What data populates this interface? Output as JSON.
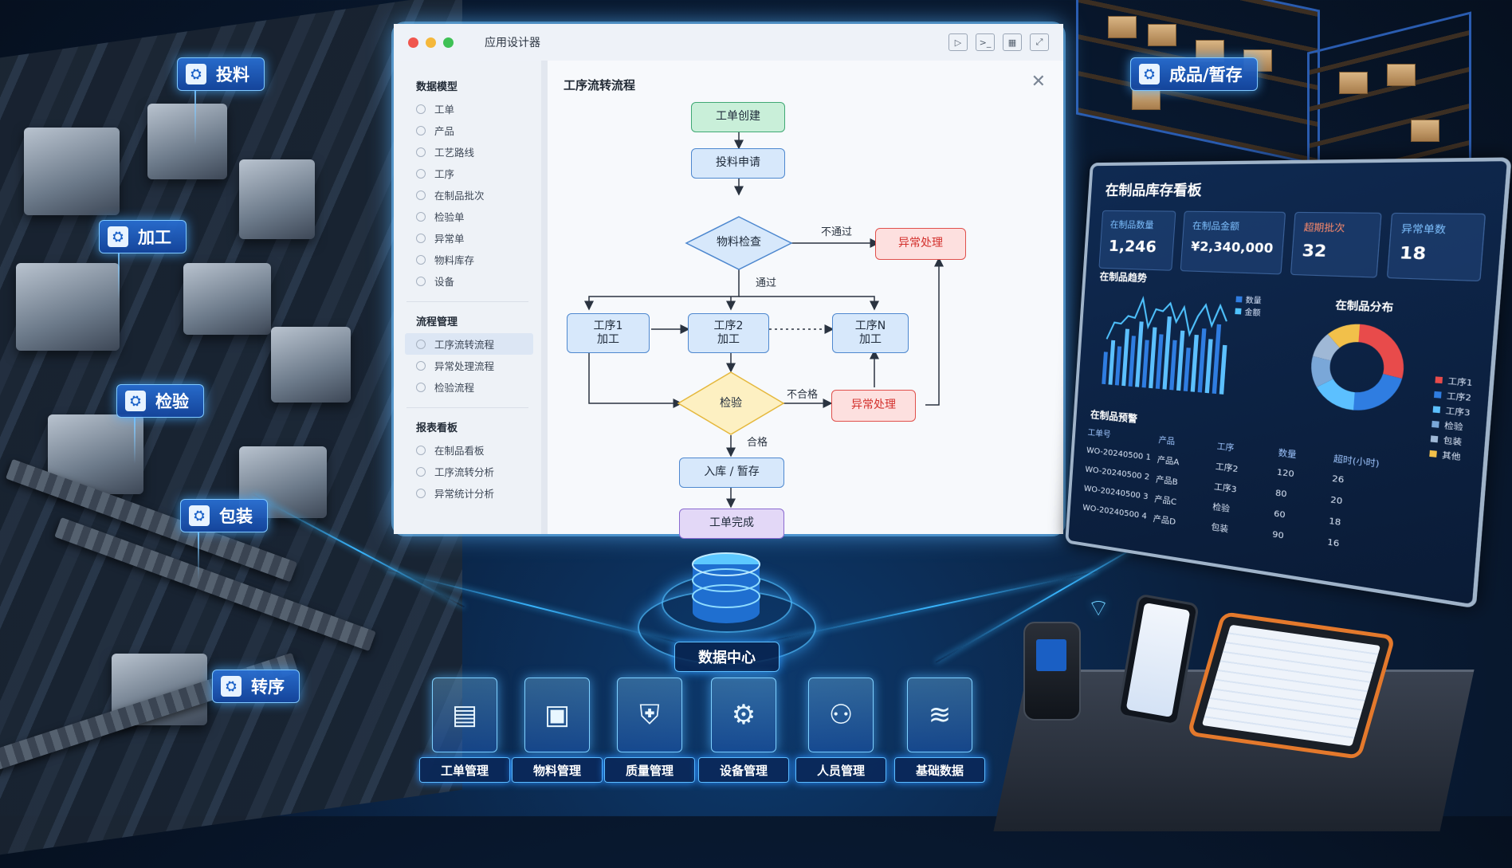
{
  "stages": [
    "投料",
    "加工",
    "检验",
    "包装",
    "转序"
  ],
  "finished_tag": "成品/暂存",
  "window": {
    "title": "应用设计器",
    "toolbar_icons": [
      "play-icon",
      "terminal-icon",
      "grid-icon",
      "fullscreen-icon"
    ]
  },
  "sidebar": {
    "sections": [
      {
        "title": "数据模型",
        "items": [
          "工单",
          "产品",
          "工艺路线",
          "工序",
          "在制品批次",
          "检验单",
          "异常单",
          "物料库存",
          "设备"
        ]
      },
      {
        "title": "流程管理",
        "items": [
          "工序流转流程",
          "异常处理流程",
          "检验流程"
        ],
        "active": "工序流转流程"
      },
      {
        "title": "报表看板",
        "items": [
          "在制品看板",
          "工序流转分析",
          "异常统计分析"
        ]
      }
    ]
  },
  "flow": {
    "title": "工序流转流程",
    "nodes": {
      "create": "工单创建",
      "feed": "投料申请",
      "check": "物料检查",
      "exception1": "异常处理",
      "op1": "工序1\n加工",
      "op2": "工序2\n加工",
      "opn": "工序N\n加工",
      "inspect": "检验",
      "exception2": "异常处理",
      "store": "入库 / 暂存",
      "done": "工单完成"
    },
    "edge_labels": {
      "fail": "不通过",
      "pass": "通过",
      "unqualified": "不合格",
      "qualified": "合格"
    }
  },
  "dashboard": {
    "title": "在制品库存看板",
    "kpis": [
      {
        "label": "在制品数量",
        "value": "1,246"
      },
      {
        "label": "在制品金额",
        "value": "¥2,340,000"
      },
      {
        "label": "超期批次",
        "value": "32"
      },
      {
        "label": "异常单数",
        "value": "18"
      }
    ],
    "trend_title": "在制品趋势",
    "dist_title": "在制品分布",
    "trend_legend": [
      "数量",
      "金额"
    ],
    "dist_legend": [
      "工序1",
      "工序2",
      "工序3",
      "检验",
      "包装",
      "其他"
    ],
    "dist_colors": [
      "#e84b4b",
      "#2f7de1",
      "#5cc0ff",
      "#7aa7d8",
      "#9fb8d6",
      "#f2c04a"
    ],
    "warning_title": "在制品预警",
    "table": {
      "headers": [
        "工单号",
        "产品",
        "工序",
        "数量",
        "超时(小时)"
      ],
      "rows": [
        [
          "WO-20240500 1",
          "产品A",
          "工序2",
          "120",
          "26"
        ],
        [
          "WO-20240500 2",
          "产品B",
          "工序3",
          "80",
          "20"
        ],
        [
          "WO-20240500 3",
          "产品C",
          "检验",
          "60",
          "18"
        ],
        [
          "WO-20240500 4",
          "产品D",
          "包装",
          "90",
          "16"
        ]
      ]
    }
  },
  "data_center": "数据中心",
  "modules": [
    {
      "label": "工单管理",
      "icon": "document-icon"
    },
    {
      "label": "物料管理",
      "icon": "box-icon"
    },
    {
      "label": "质量管理",
      "icon": "shield-icon"
    },
    {
      "label": "设备管理",
      "icon": "gear-icon"
    },
    {
      "label": "人员管理",
      "icon": "users-icon"
    },
    {
      "label": "基础数据",
      "icon": "database-icon"
    }
  ]
}
